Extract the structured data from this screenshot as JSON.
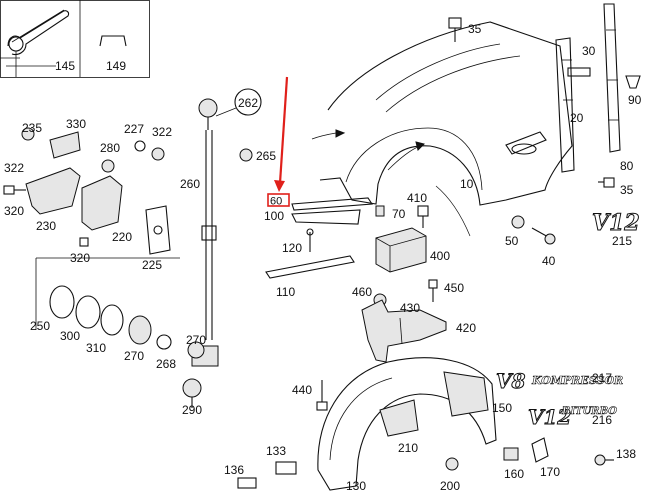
{
  "labels": {
    "p145": "145",
    "p149": "149",
    "p35a": "35",
    "p30": "30",
    "p90": "90",
    "p20": "20",
    "p80": "80",
    "p35b": "35",
    "p262": "262",
    "p265": "265",
    "p260": "260",
    "p235": "235",
    "p330": "330",
    "p227": "227",
    "p322a": "322",
    "p322b": "322",
    "p280": "280",
    "p320a": "320",
    "p230": "230",
    "p220": "220",
    "p320b": "320",
    "p225": "225",
    "p250": "250",
    "p300": "300",
    "p310": "310",
    "p270": "270",
    "p268": "268",
    "p290": "290",
    "p60": "60",
    "p100": "100",
    "p70": "70",
    "p410": "410",
    "p10": "10",
    "p50": "50",
    "p40": "40",
    "p215": "215",
    "p120": "120",
    "p400": "400",
    "p110": "110",
    "p460": "460",
    "p450": "450",
    "p430": "430",
    "p420": "420",
    "p440": "440",
    "p217": "217",
    "p150": "150",
    "p216": "216",
    "p210": "210",
    "p133": "133",
    "p136": "136",
    "p160": "160",
    "p170": "170",
    "p138": "138",
    "p200": "200",
    "p130": "130"
  },
  "emblems": {
    "v12": "V12",
    "v8": "V8",
    "kompressor": "KOMPRESSOR",
    "v12_biturbo": "V12",
    "biturbo": "BITURBO"
  },
  "colors": {
    "highlight": "#e0201b",
    "ink": "#111111"
  },
  "highlight": {
    "label": "60"
  }
}
